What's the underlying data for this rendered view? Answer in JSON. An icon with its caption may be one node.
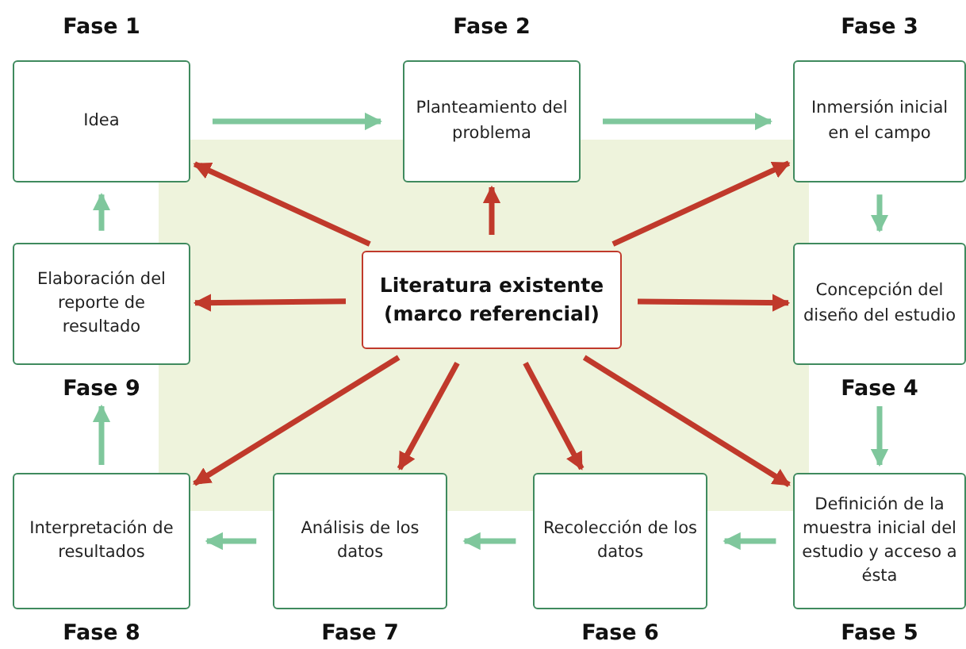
{
  "diagram": {
    "nodes": [
      {
        "text": [
          "Idea"
        ],
        "beside": [
          "Fase 1"
        ]
      },
      {
        "text": [
          "Planteamiento del problema"
        ],
        "beside": [
          "Fase 2"
        ]
      },
      {
        "text": [
          "Inmersión inicial en el campo"
        ],
        "beside": [
          "Fase 3"
        ]
      },
      {
        "text": [
          "Concepción del diseño del estudio"
        ],
        "beside": [
          "Fase 4"
        ]
      },
      {
        "text": [
          "Definición de la muestra inicial del estudio y acceso a ésta"
        ],
        "beside": [
          "Fase 5"
        ]
      },
      {
        "text": [
          "Recolección de los datos"
        ],
        "beside": [
          "Fase 6"
        ]
      },
      {
        "text": [
          "Análisis de los datos"
        ],
        "beside": [
          "Fase 7"
        ]
      },
      {
        "text": [
          "Interpretación de resultados"
        ],
        "beside": [
          "Fase 8"
        ]
      },
      {
        "text": [
          "Elaboración del reporte de resultado"
        ],
        "beside": [
          "Fase 9"
        ]
      },
      {
        "text": [
          "Literatura existente (marco referencial)"
        ]
      }
    ],
    "edges": [
      {
        "from": 0,
        "to": 1,
        "arrow": "to"
      },
      {
        "from": 1,
        "to": 2,
        "arrow": "to"
      },
      {
        "from": 2,
        "to": 3,
        "arrow": "to"
      },
      {
        "from": 3,
        "to": 4,
        "arrow": "to"
      },
      {
        "from": 4,
        "to": 5,
        "arrow": "to"
      },
      {
        "from": 5,
        "to": 6,
        "arrow": "to"
      },
      {
        "from": 6,
        "to": 7,
        "arrow": "to"
      },
      {
        "from": 7,
        "to": 8,
        "arrow": "to"
      },
      {
        "from": 8,
        "to": 0,
        "arrow": "to"
      },
      {
        "from": 9,
        "to": 0,
        "arrow": "to",
        "color": "#c0392b"
      },
      {
        "from": 9,
        "to": 1,
        "arrow": "to",
        "color": "#c0392b"
      },
      {
        "from": 9,
        "to": 2,
        "arrow": "to",
        "color": "#c0392b"
      },
      {
        "from": 9,
        "to": 3,
        "arrow": "to",
        "color": "#c0392b"
      },
      {
        "from": 9,
        "to": 4,
        "arrow": "to",
        "color": "#c0392b"
      },
      {
        "from": 9,
        "to": 5,
        "arrow": "to",
        "color": "#c0392b"
      },
      {
        "from": 9,
        "to": 6,
        "arrow": "to",
        "color": "#c0392b"
      },
      {
        "from": 9,
        "to": 7,
        "arrow": "to",
        "color": "#c0392b"
      },
      {
        "from": 9,
        "to": 8,
        "arrow": "to",
        "color": "#c0392b"
      }
    ]
  }
}
